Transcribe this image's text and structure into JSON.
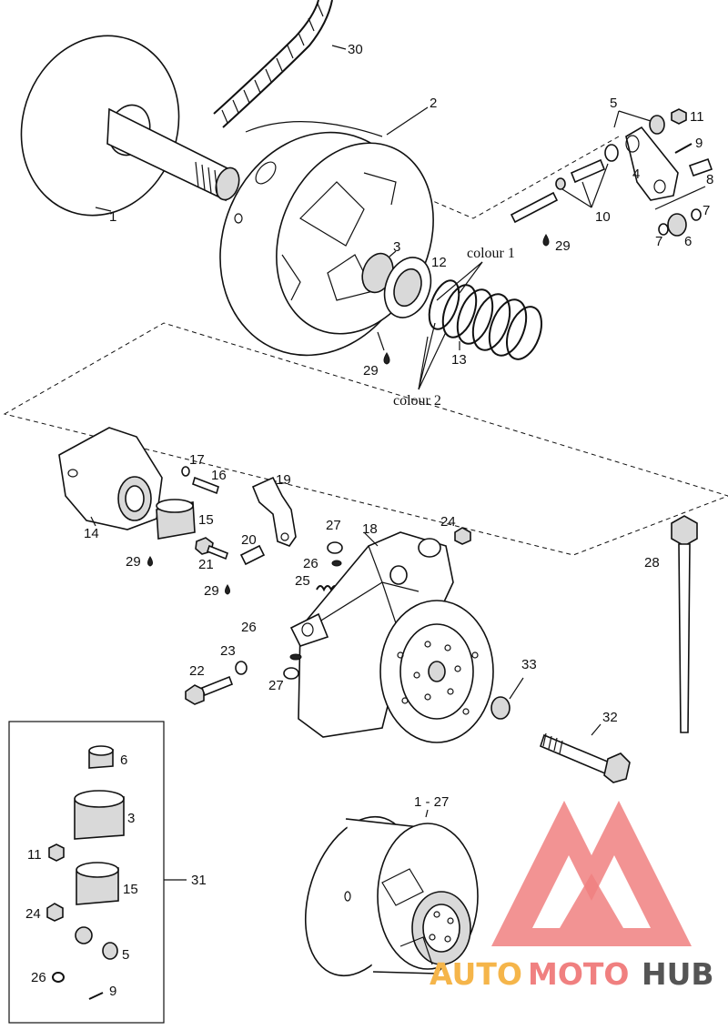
{
  "labels": {
    "p1": "1",
    "p2": "2",
    "p3": "3",
    "p4": "4",
    "p5": "5",
    "p6": "6",
    "p7a": "7",
    "p7b": "7",
    "p8": "8",
    "p9": "9",
    "p10": "10",
    "p11": "11",
    "p12": "12",
    "p13": "13",
    "p14": "14",
    "p15": "15",
    "p16": "16",
    "p17": "17",
    "p18": "18",
    "p19": "19",
    "p20": "20",
    "p21": "21",
    "p22": "22",
    "p23": "23",
    "p24": "24",
    "p25": "25",
    "p26a": "26",
    "p26b": "26",
    "p27a": "27",
    "p27b": "27",
    "p28": "28",
    "p29a": "29",
    "p29b": "29",
    "p29c": "29",
    "p29d": "29",
    "p30": "30",
    "p31": "31",
    "p32": "32",
    "p33": "33",
    "p1_27": "1 - 27",
    "colour1": "colour 1",
    "colour2": "colour 2"
  },
  "kit": {
    "k6": "6",
    "k3": "3",
    "k11": "11",
    "k15": "15",
    "k24": "24",
    "k5": "5",
    "k26": "26",
    "k9": "9"
  },
  "watermark": {
    "auto": "AUTO",
    "moto": "MOTO",
    "hub": "HUB",
    "color_primary": "#f08080",
    "color_secondary": "#f5b54a",
    "color_dark": "#555555"
  }
}
